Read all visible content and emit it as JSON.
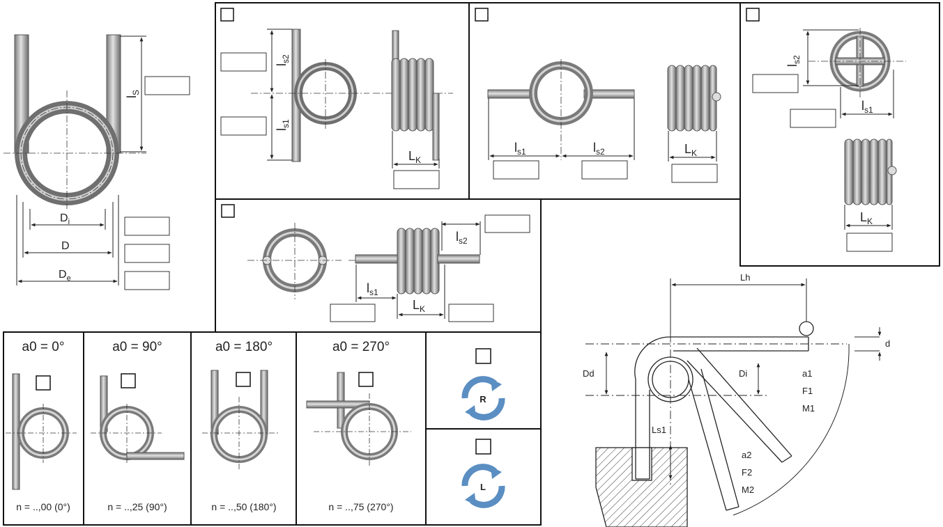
{
  "main": {
    "ls": "l",
    "ls_sub": "S",
    "di": "D",
    "di_sub": "i",
    "d": "D",
    "de": "D",
    "de_sub": "e"
  },
  "panel_a": {
    "ls2": "l",
    "ls2_sub": "s2",
    "ls1": "l",
    "ls1_sub": "s1",
    "lk": "L",
    "lk_sub": "K"
  },
  "panel_b": {
    "ls1": "l",
    "ls1_sub": "s1",
    "ls2": "l",
    "ls2_sub": "s2",
    "lk": "L",
    "lk_sub": "K"
  },
  "panel_c": {
    "ls2": "l",
    "ls2_sub": "s2",
    "ls1": "l",
    "ls1_sub": "s1",
    "lk": "L",
    "lk_sub": "K"
  },
  "panel_d": {
    "ls2": "l",
    "ls2_sub": "s2",
    "ls1": "l",
    "ls1_sub": "s1",
    "lk": "L",
    "lk_sub": "K"
  },
  "angles": [
    {
      "title": "a0 = 0°",
      "n": "n = ..,00 (0°)"
    },
    {
      "title": "a0 = 90°",
      "n": "n = ..,25 (90°)"
    },
    {
      "title": "a0 = 180°",
      "n": "n = ..,50 (180°)"
    },
    {
      "title": "a0 = 270°",
      "n": "n = ..,75 (270°)"
    }
  ],
  "direction": {
    "right": "R",
    "left": "L"
  },
  "tech": {
    "lh": "Lh",
    "d": "d",
    "dd": "Dd",
    "di": "Di",
    "ls1": "Ls1",
    "a1": "a1",
    "f1": "F1",
    "m1": "M1",
    "a2": "a2",
    "f2": "F2",
    "m2": "M2"
  },
  "colors": {
    "wire_dark": "#6b6b6b",
    "wire_light": "#d8d8d8",
    "arrow_blue": "#5b8ec2"
  }
}
